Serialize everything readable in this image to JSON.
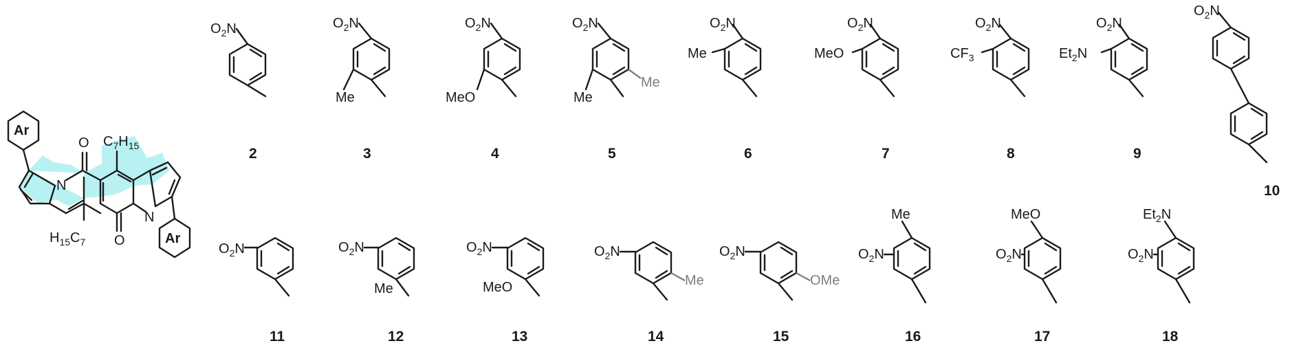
{
  "core": {
    "ar_label": "Ar",
    "substituent_top": "C7H15",
    "substituent_bottom": "H15C7",
    "n_label": "N",
    "o_label": "O"
  },
  "compounds": [
    {
      "id": "2",
      "label": "2",
      "top_group": "O2N",
      "subs": []
    },
    {
      "id": "3",
      "label": "3",
      "top_group": "O2N",
      "subs": [
        "Me"
      ]
    },
    {
      "id": "4",
      "label": "4",
      "top_group": "O2N",
      "subs": [
        "MeO"
      ]
    },
    {
      "id": "5",
      "label": "5",
      "top_group": "O2N",
      "subs": [
        "Me",
        "Me"
      ]
    },
    {
      "id": "6",
      "label": "6",
      "top_group": "O2N",
      "subs": [
        "Me"
      ]
    },
    {
      "id": "7",
      "label": "7",
      "top_group": "O2N",
      "subs": [
        "MeO"
      ]
    },
    {
      "id": "8",
      "label": "8",
      "top_group": "O2N",
      "subs": [
        "CF3"
      ]
    },
    {
      "id": "9",
      "label": "9",
      "top_group": "O2N",
      "subs": [
        "Et2N"
      ]
    },
    {
      "id": "10",
      "label": "10",
      "top_group": "O2N",
      "subs": []
    },
    {
      "id": "11",
      "label": "11",
      "top_group": "O2N",
      "subs": []
    },
    {
      "id": "12",
      "label": "12",
      "top_group": "O2N",
      "subs": [
        "Me"
      ]
    },
    {
      "id": "13",
      "label": "13",
      "top_group": "O2N",
      "subs": [
        "MeO"
      ]
    },
    {
      "id": "14",
      "label": "14",
      "top_group": "O2N",
      "subs": [
        "Me"
      ]
    },
    {
      "id": "15",
      "label": "15",
      "top_group": "O2N",
      "subs": [
        "OMe"
      ]
    },
    {
      "id": "16",
      "label": "16",
      "top_group": "O2N",
      "subs": [
        "Me"
      ]
    },
    {
      "id": "17",
      "label": "17",
      "top_group": "O2N",
      "subs": [
        "MeO"
      ]
    },
    {
      "id": "18",
      "label": "18",
      "top_group": "O2N",
      "subs": [
        "Et2N"
      ]
    }
  ],
  "colors": {
    "core_fill": "#b8f1f2",
    "gray_text": "#7f7f7f"
  }
}
